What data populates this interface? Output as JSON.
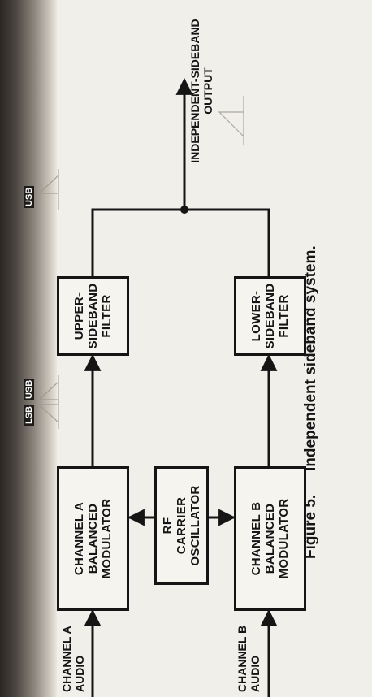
{
  "diagram": {
    "inputs": {
      "channel_a": "CHANNEL A\nAUDIO",
      "channel_b": "CHANNEL B\nAUDIO"
    },
    "blocks": {
      "mod_a": "CHANNEL A\nBALANCED\nMODULATOR",
      "oscillator": "RF\nCARRIER\nOSCILLATOR",
      "mod_b": "CHANNEL B\nBALANCED\nMODULATOR",
      "usb_filter": "UPPER-\nSIDEBAND\nFILTER",
      "lsb_filter": "LOWER-\nSIDEBAND\nFILTER"
    },
    "spectrum_labels": {
      "lsb": "LSB",
      "usb_mid": "USB",
      "usb_top": "USB"
    },
    "output": "INDEPENDENT-SIDEBAND\nOUTPUT"
  },
  "caption": {
    "figure_number": "Figure 5.",
    "title": "Independent sideband system."
  },
  "colors": {
    "ink": "#151515",
    "paper": "#f1efea",
    "dark_edge": "#2a2623"
  }
}
